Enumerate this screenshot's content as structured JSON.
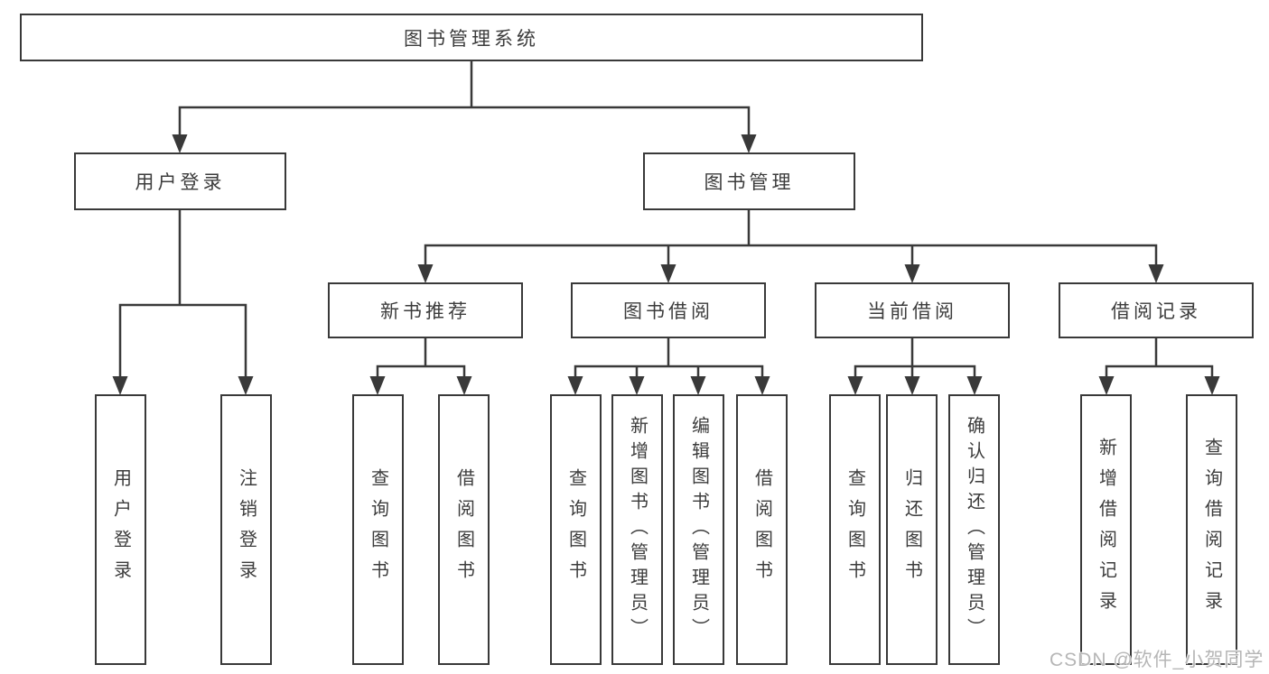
{
  "tree": {
    "root": {
      "label": "图书管理系统"
    },
    "children": [
      {
        "label": "用户登录",
        "children": [
          {
            "label": "用户登录"
          },
          {
            "label": "注销登录"
          }
        ]
      },
      {
        "label": "图书管理",
        "children": [
          {
            "label": "新书推荐",
            "children": [
              {
                "label": "查询图书"
              },
              {
                "label": "借阅图书"
              }
            ]
          },
          {
            "label": "图书借阅",
            "children": [
              {
                "label": "查询图书"
              },
              {
                "label": "新增图书（管理员）"
              },
              {
                "label": "编辑图书（管理员）"
              },
              {
                "label": "借阅图书"
              }
            ]
          },
          {
            "label": "当前借阅",
            "children": [
              {
                "label": "查询图书"
              },
              {
                "label": "归还图书"
              },
              {
                "label": "确认归还（管理员）"
              }
            ]
          },
          {
            "label": "借阅记录",
            "children": [
              {
                "label": "新增借阅记录"
              },
              {
                "label": "查询借阅记录"
              }
            ]
          }
        ]
      }
    ]
  },
  "watermark": "CSDN @软件_小贺同学",
  "colors": {
    "line": "#393939",
    "box_border": "#393939",
    "text": "#3c3c3c",
    "watermark": "#b6b6b6",
    "background": "#ffffff"
  }
}
